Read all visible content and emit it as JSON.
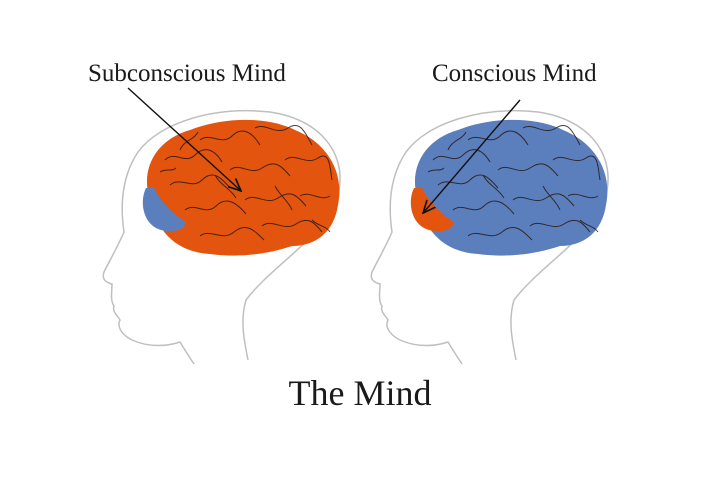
{
  "diagram": {
    "title": "The Mind",
    "left_panel": {
      "label": "Subconscious Mind",
      "brain_color": "#e3540f",
      "frontal_color": "#5b7fbd"
    },
    "right_panel": {
      "label": "Conscious Mind",
      "brain_color": "#5b7fbd",
      "frontal_color": "#e3540f"
    },
    "outline_color": "#bfbfbf",
    "gyri_color": "#2a1a12"
  }
}
